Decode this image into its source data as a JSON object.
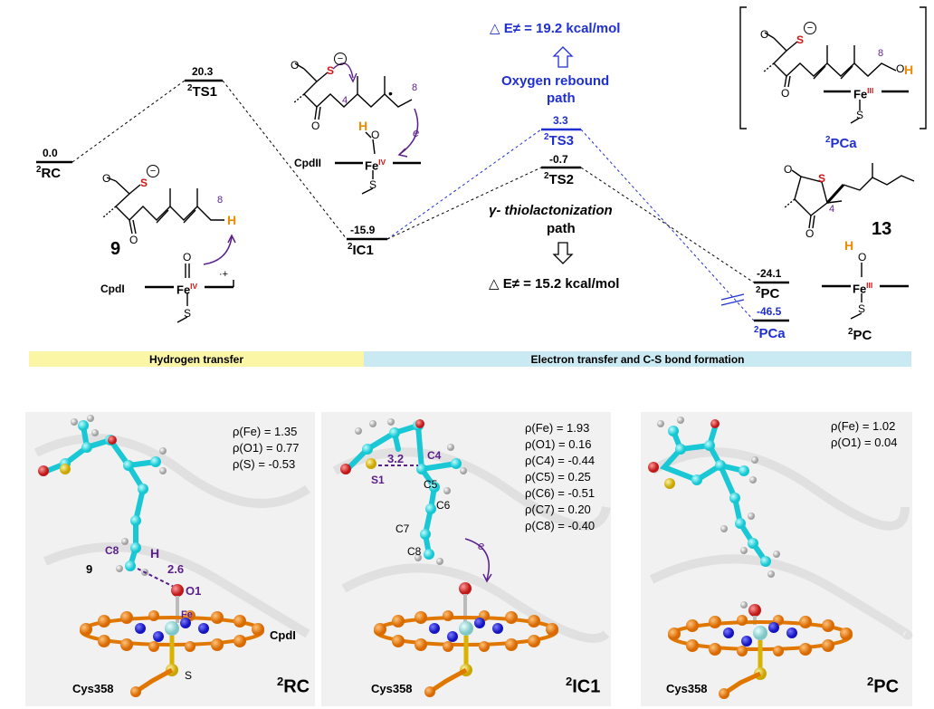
{
  "energy_profile": {
    "states": [
      {
        "id": "rc",
        "label": "RC",
        "sup": "2",
        "value": "0.0"
      },
      {
        "id": "ts1",
        "label": "TS1",
        "sup": "2",
        "value": "20.3"
      },
      {
        "id": "ic1",
        "label": "IC1",
        "sup": "2",
        "value": "-15.9"
      },
      {
        "id": "ts3",
        "label": "TS3",
        "sup": "2",
        "value": "3.3"
      },
      {
        "id": "ts2",
        "label": "TS2",
        "sup": "2",
        "value": "-0.7"
      },
      {
        "id": "pc",
        "label": "PC",
        "sup": "2",
        "value": "-24.1"
      },
      {
        "id": "pca",
        "label": "PCa",
        "sup": "2",
        "value": "-46.5"
      }
    ],
    "oxygen_path": {
      "barrier": "△ E≠ = 19.2 kcal/mol",
      "label_line1": "Oxygen rebound",
      "label_line2": "path"
    },
    "thiolactonization_path": {
      "label_line1": "γ- thiolactonization",
      "label_line2": "path",
      "barrier": "△ E≠ = 15.2 kcal/mol"
    },
    "colors": {
      "blue": "#1f2fd1",
      "black": "#000000",
      "purple": "#5a1f8a",
      "orange": "#f08a00",
      "red": "#d21414"
    }
  },
  "chem_labels": {
    "cpdi": "CpdI",
    "cpdii": "CpdII",
    "compound9": "9",
    "compound13": "13",
    "pca_sup": "2",
    "pca_label": "PCa",
    "pc_sup": "2",
    "pc_label": "PC",
    "fe": "Fe",
    "fe_iv": "IV",
    "fe_iii": "III",
    "s": "S",
    "o": "O",
    "h": "H",
    "num8": "8",
    "num4": "4",
    "e": "e",
    "radical": "·+",
    "minus": "−"
  },
  "banners": {
    "left": "Hydrogen transfer",
    "right": "Electron transfer and C-S bond formation"
  },
  "structures": {
    "rc": {
      "title_sup": "2",
      "title": "RC",
      "spin": [
        "ρ(Fe) = 1.35",
        "ρ(O1) = 0.77",
        "ρ(S) = -0.53"
      ],
      "labels": {
        "c8": "C8",
        "h": "H",
        "dist": "2.6",
        "o1": "O1",
        "fe": "Fe",
        "cpdi": "CpdI",
        "s": "S",
        "cys": "Cys358",
        "nine": "9"
      }
    },
    "ic1": {
      "title_sup": "2",
      "title": "IC1",
      "spin": [
        "ρ(Fe) = 1.93",
        "ρ(O1) = 0.16",
        "ρ(C4) = -0.44",
        "ρ(C5) = 0.25",
        "ρ(C6) = -0.51",
        "ρ(C7) = 0.20",
        "ρ(C8) = -0.40"
      ],
      "labels": {
        "dist": "3.2",
        "s1": "S1",
        "c4": "C4",
        "c5": "C5",
        "c6": "C6",
        "c7": "C7",
        "c8": "C8",
        "e": "e",
        "cys": "Cys358"
      }
    },
    "pc": {
      "title_sup": "2",
      "title": "PC",
      "spin": [
        "ρ(Fe) = 1.02",
        "ρ(O1) = 0.04"
      ],
      "labels": {
        "cys": "Cys358"
      }
    }
  }
}
